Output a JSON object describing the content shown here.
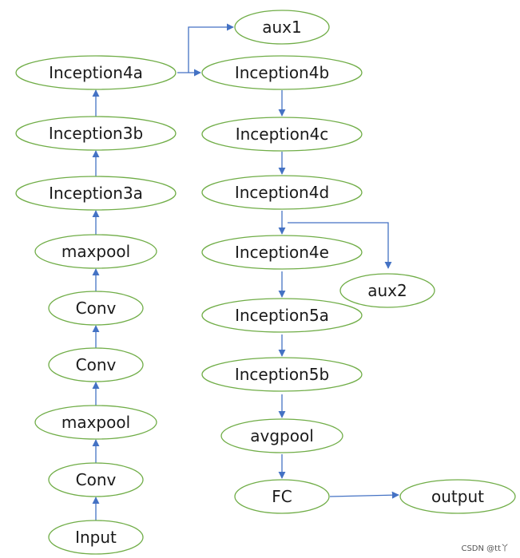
{
  "colors": {
    "node_stroke": "#70ad47",
    "edge": "#4472c4",
    "text": "#1a1a1a",
    "background": "#ffffff"
  },
  "nodes": [
    {
      "id": "input",
      "label": "Input"
    },
    {
      "id": "conv1",
      "label": "Conv"
    },
    {
      "id": "maxpool1",
      "label": "maxpool"
    },
    {
      "id": "conv2",
      "label": "Conv"
    },
    {
      "id": "conv3",
      "label": "Conv"
    },
    {
      "id": "maxpool2",
      "label": "maxpool"
    },
    {
      "id": "inception3a",
      "label": "Inception3a"
    },
    {
      "id": "inception3b",
      "label": "Inception3b"
    },
    {
      "id": "inception4a",
      "label": "Inception4a"
    },
    {
      "id": "aux1",
      "label": "aux1"
    },
    {
      "id": "inception4b",
      "label": "Inception4b"
    },
    {
      "id": "inception4c",
      "label": "Inception4c"
    },
    {
      "id": "inception4d",
      "label": "Inception4d"
    },
    {
      "id": "aux2",
      "label": "aux2"
    },
    {
      "id": "inception4e",
      "label": "Inception4e"
    },
    {
      "id": "inception5a",
      "label": "Inception5a"
    },
    {
      "id": "inception5b",
      "label": "Inception5b"
    },
    {
      "id": "avgpool",
      "label": "avgpool"
    },
    {
      "id": "fc",
      "label": "FC"
    },
    {
      "id": "output",
      "label": "output"
    }
  ],
  "edges": [
    {
      "from": "input",
      "to": "conv1"
    },
    {
      "from": "conv1",
      "to": "maxpool1"
    },
    {
      "from": "maxpool1",
      "to": "conv2"
    },
    {
      "from": "conv2",
      "to": "conv3"
    },
    {
      "from": "conv3",
      "to": "maxpool2"
    },
    {
      "from": "maxpool2",
      "to": "inception3a"
    },
    {
      "from": "inception3a",
      "to": "inception3b"
    },
    {
      "from": "inception3b",
      "to": "inception4a"
    },
    {
      "from": "inception4a",
      "to": "inception4b"
    },
    {
      "from": "inception4a",
      "to": "aux1"
    },
    {
      "from": "inception4b",
      "to": "inception4c"
    },
    {
      "from": "inception4c",
      "to": "inception4d"
    },
    {
      "from": "inception4d",
      "to": "inception4e"
    },
    {
      "from": "inception4d",
      "to": "aux2"
    },
    {
      "from": "inception4e",
      "to": "inception5a"
    },
    {
      "from": "inception5a",
      "to": "inception5b"
    },
    {
      "from": "inception5b",
      "to": "avgpool"
    },
    {
      "from": "avgpool",
      "to": "fc"
    },
    {
      "from": "fc",
      "to": "output"
    }
  ],
  "watermark": "CSDN @tt丫"
}
